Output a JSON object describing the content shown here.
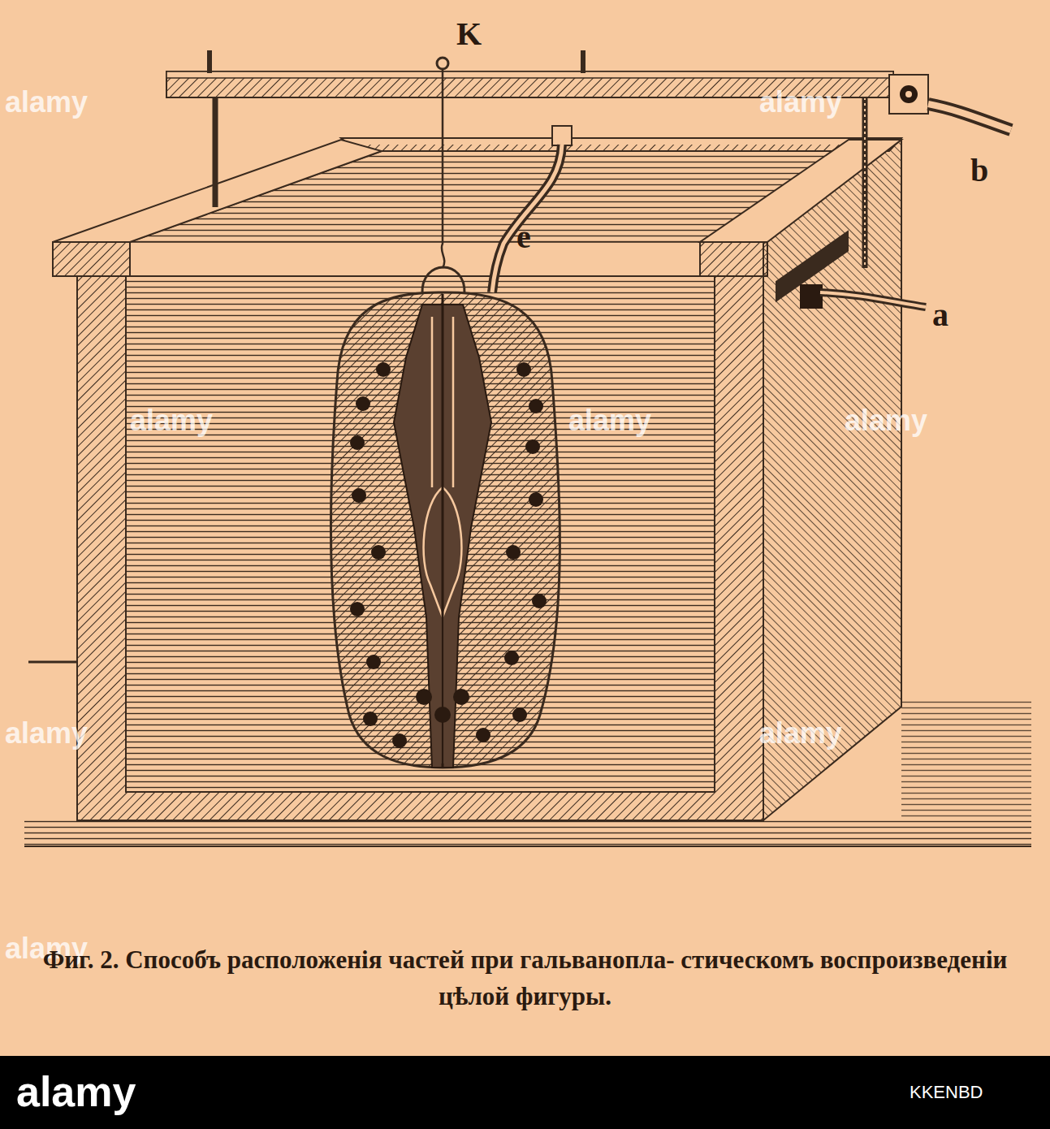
{
  "diagram": {
    "caption": "Фиг. 2. Способъ расположенія частей при гальванопла- стическомъ воспроизведеніи цѣлой фигуры.",
    "labels": [
      "K",
      "b",
      "e",
      "a",
      "alamy",
      "alamy",
      "alamy",
      "alamy",
      "alamy",
      "alamy",
      "alamy",
      "alamy",
      "alamy",
      "KKENBD"
    ]
  }
}
